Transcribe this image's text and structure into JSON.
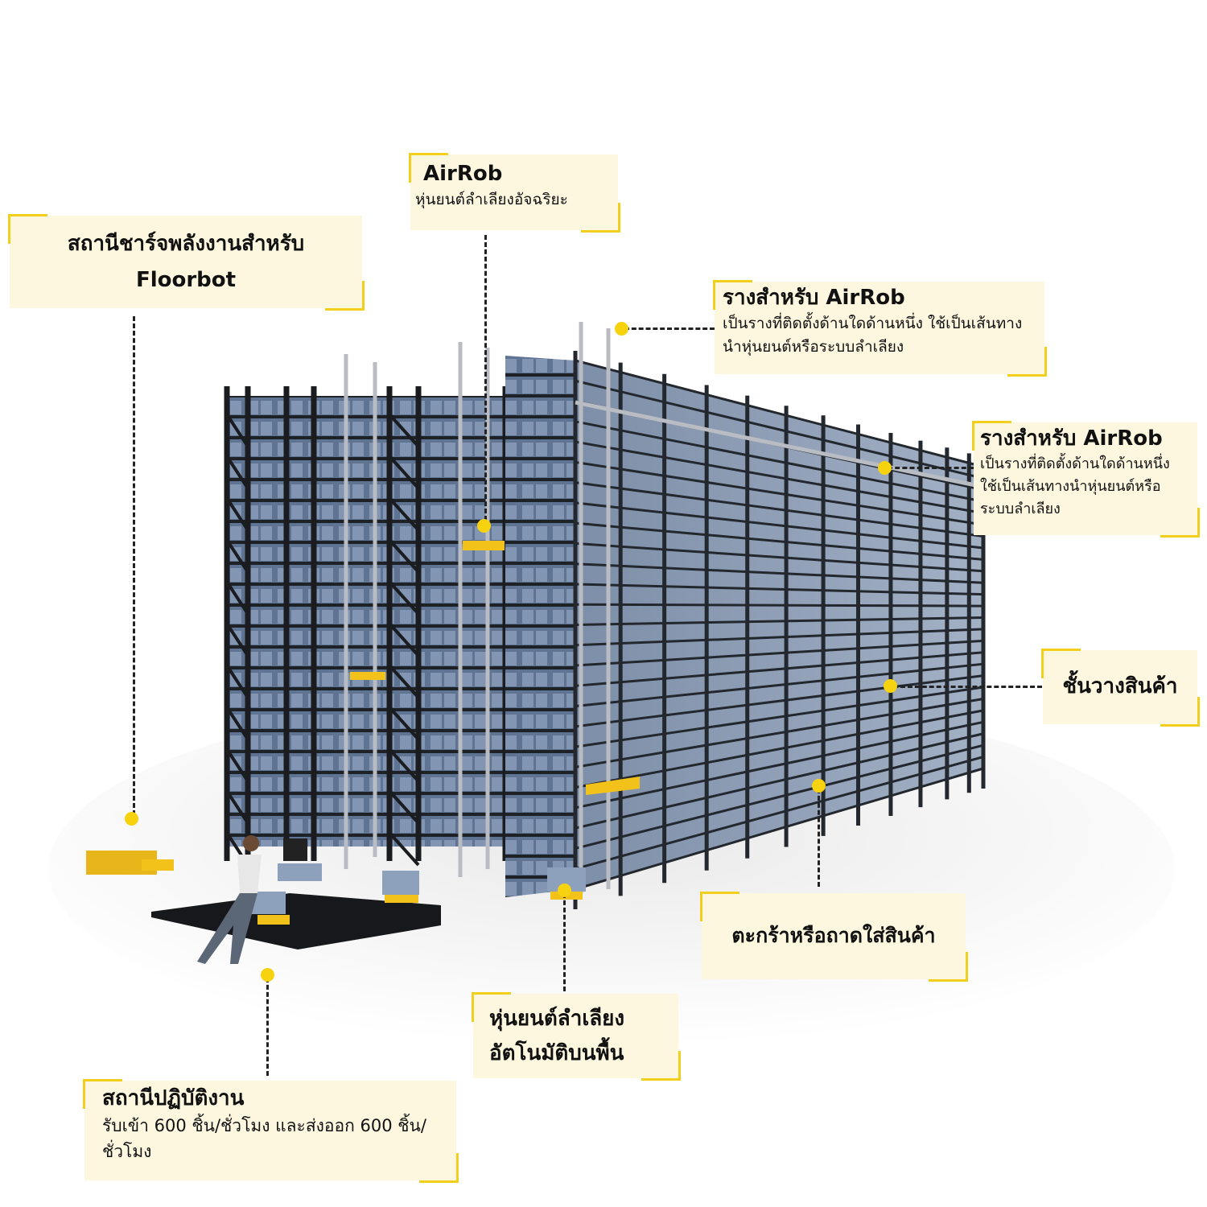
{
  "colors": {
    "accent": "#f7d20e",
    "label_bg": "#fdf7e0",
    "bracket": "#f2cf1d",
    "bins": "#8a9bb3",
    "frame": "#1e2126"
  },
  "labels": {
    "charging_station": {
      "title": "สถานีชาร์จพลังงานสำหรับ Floorbot"
    },
    "airrob": {
      "title": "AirRob",
      "description": "หุ่นยนต์ลำเลียงอัจฉริยะ"
    },
    "rail_top": {
      "title": "รางสำหรับ AirRob",
      "description": "เป็นรางที่ติดตั้งด้านใดด้านหนึ่ง ใช้เป็นเส้นทางนำหุ่นยนต์หรือระบบลำเลียง"
    },
    "rail_side": {
      "title": "รางสำหรับ AirRob",
      "description": "เป็นรางที่ติดตั้งด้านใดด้านหนึ่ง ใช้เป็นเส้นทางนำหุ่นยนต์หรือระบบลำเลียง"
    },
    "shelf": {
      "title": "ชั้นวางสินค้า"
    },
    "basket": {
      "title": "ตะกร้าหรือถาดใส่สินค้า"
    },
    "floor_robot": {
      "title": "หุ่นยนต์ลำเลียงอัตโนมัติบนพื้น"
    },
    "workstation": {
      "title": "สถานีปฏิบัติงาน",
      "description": "รับเข้า 600 ชิ้น/ชั่วโมง และส่งออก 600 ชิ้น/ชั่วโมง"
    }
  }
}
